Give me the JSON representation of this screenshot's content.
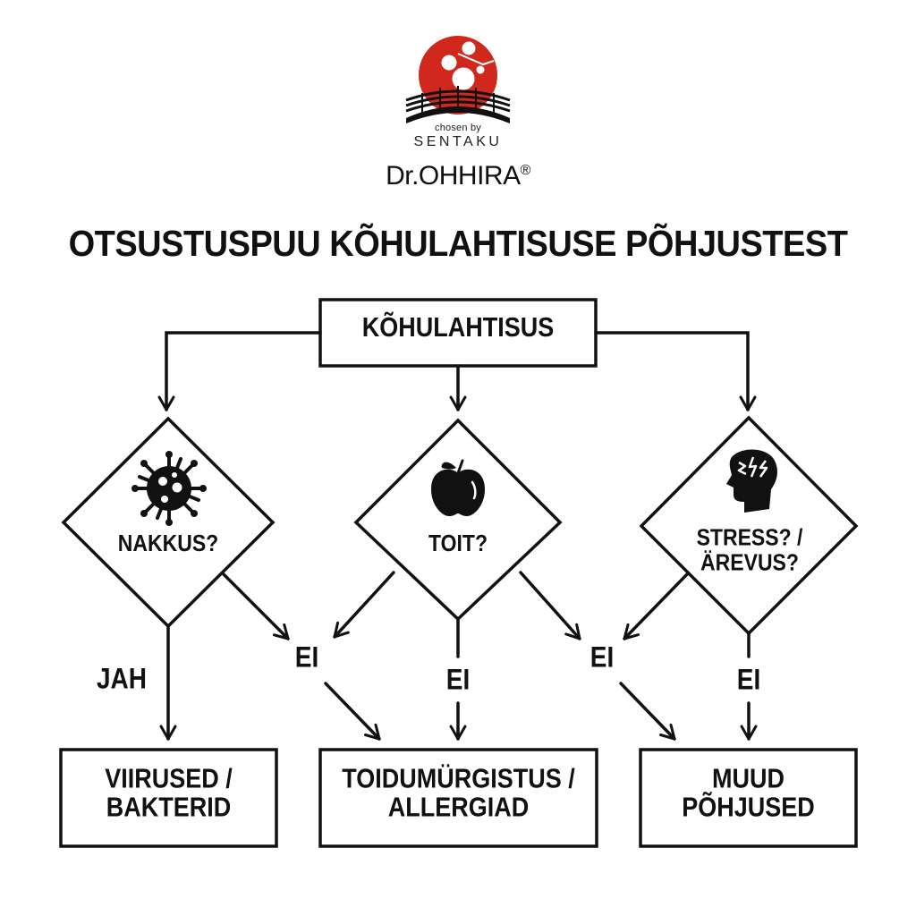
{
  "logo": {
    "tagline": "chosen by",
    "company": "SENTAKU",
    "brand": "Dr.OHHIRA",
    "registered_mark": "®",
    "colors": {
      "sun": "#d0281c",
      "bridge": "#111111"
    }
  },
  "title": "OTSUSTUSPUU KÕHULAHTISUSE PÕHJUSTEST",
  "root": {
    "label": "KÕHULAHTISUS"
  },
  "decisions": [
    {
      "id": "infection",
      "label": "NAKKUS?",
      "icon": "virus-icon"
    },
    {
      "id": "food",
      "label": "TOIT?",
      "icon": "apple-icon"
    },
    {
      "id": "stress",
      "label_line1": "STRESS? /",
      "label_line2": "ÄREVUS?",
      "icon": "stressed-head-icon"
    }
  ],
  "edges": {
    "yes": "JAH",
    "no": "EI"
  },
  "outcomes": [
    {
      "line1": "VIIRUSED /",
      "line2": "BAKTERID"
    },
    {
      "line1": "TOIDUMÜRGISTUS /",
      "line2": "ALLERGIAD"
    },
    {
      "line1": "MUUD",
      "line2": "PÕHJUSED"
    }
  ],
  "colors": {
    "stroke": "#111111",
    "background": "#ffffff"
  }
}
